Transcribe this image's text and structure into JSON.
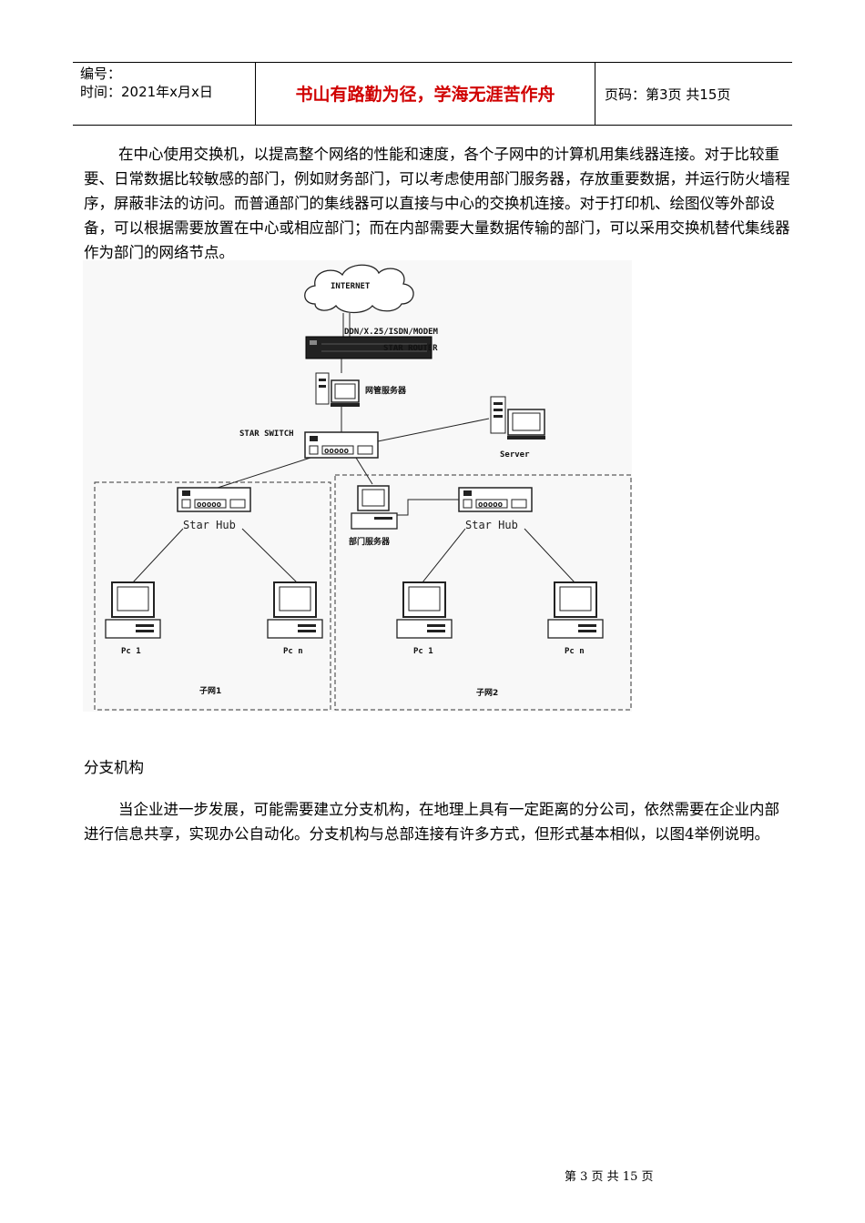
{
  "header": {
    "number_label": "编号：",
    "time_label": "时间：2021年x月x日",
    "motto": "书山有路勤为径，学海无涯苦作舟",
    "page_code": "页码：第3页  共15页"
  },
  "body": {
    "para1": "在中心使用交换机，以提高整个网络的性能和速度，各个子网中的计算机用集线器连接。对于比较重要、日常数据比较敏感的部门，例如财务部门，可以考虑使用部门服务器，存放重要数据，并运行防火墙程序，屏蔽非法的访问。而普通部门的集线器可以直接与中心的交换机连接。对于打印机、绘图仪等外部设备，可以根据需要放置在中心或相应部门；而在内部需要大量数据传输的部门，可以采用交换机替代集线器作为部门的网络节点。",
    "subheading": "分支机构",
    "para2": "当企业进一步发展，可能需要建立分支机构，在地理上具有一定距离的分公司，依然需要在企业内部进行信息共享，实现办公自动化。分支机构与总部连接有许多方式，但形式基本相似，以图4举例说明。"
  },
  "diagram": {
    "internet": "INTERNET",
    "wan_link": "DDN/X.25/ISDN/MODEM",
    "router": "STAR ROUTER",
    "mgmt_server": "网管服务器",
    "switch": "STAR SWITCH",
    "server": "Server",
    "hub_left": "Star Hub",
    "hub_right": "Star Hub",
    "dept_server": "部门服务器",
    "pc_1_left": "Pc 1",
    "pc_n_left": "Pc n",
    "pc_1_right": "Pc 1",
    "pc_n_right": "Pc n",
    "subnet1": "子网1",
    "subnet2": "子网2"
  },
  "footer": {
    "page": "第 3 页 共 15 页"
  }
}
